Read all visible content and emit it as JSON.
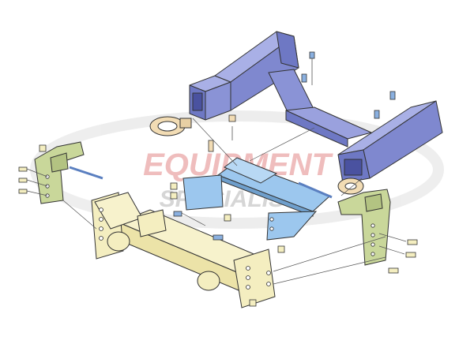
{
  "watermark": {
    "line1": "EQUIPMENT",
    "line2": "SPECIALISTS",
    "colors": {
      "line1": "#e8a0a0",
      "line2": "#c0c0c0",
      "swoosh": "#e6e6e6"
    }
  },
  "colors": {
    "frame_blue": "#8a93d6",
    "frame_blue_dark": "#5f68b3",
    "plate_light_blue": "#9cc7ee",
    "bracket_green": "#c9d79a",
    "bar_yellow": "#f4eec0",
    "hardware_blue": "#7aa8dc",
    "hook_tan": "#f2dcb4",
    "outline": "#333333"
  },
  "parts": {
    "vehicle_frame": "vehicle-frame-rails",
    "center_plate": "center-mount-plate",
    "left_bracket": "left-side-bracket",
    "right_bracket": "right-side-bracket",
    "push_bar": "push-beam",
    "tow_hooks": [
      "tow-hook-left",
      "tow-hook-right"
    ]
  }
}
